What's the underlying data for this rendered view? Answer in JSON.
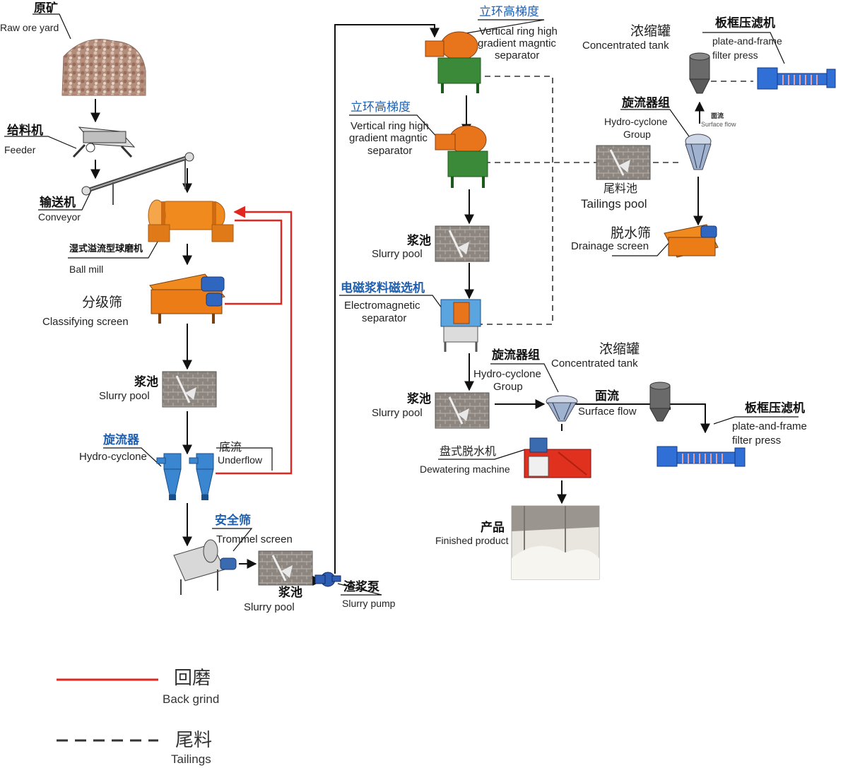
{
  "labels": {
    "raw_ore_cn": "原矿",
    "raw_ore_en": "Raw ore yard",
    "feeder_cn": "给料机",
    "feeder_en": "Feeder",
    "conveyor_cn": "输送机",
    "conveyor_en": "Conveyor",
    "ball_mill_cn": "湿式溢流型球磨机",
    "ball_mill_en": "Ball mill",
    "classifying_cn": "分级筛",
    "classifying_en": "Classifying screen",
    "slurry1_cn": "浆池",
    "slurry1_en": "Slurry pool",
    "hydro_cn": "旋流器",
    "hydro_en": "Hydro-cyclone",
    "underflow_cn": "底流",
    "underflow_en": "Underflow",
    "trommel_cn": "安全筛",
    "trommel_en": "Trommel screen",
    "slurry2_cn": "浆池",
    "slurry2_en": "Slurry pool",
    "pump_cn": "渣浆泵",
    "pump_en": "Slurry pump",
    "vrhg1_cn": "立环高梯度",
    "vrhg1_en1": "Vertical ring high",
    "vrhg1_en2": "gradient magntic",
    "vrhg1_en3": "separator",
    "vrhg2_cn": "立环高梯度",
    "vrhg2_en1": "Vertical ring high",
    "vrhg2_en2": "gradient magntic",
    "vrhg2_en3": "separator",
    "slurry3_cn": "浆池",
    "slurry3_en": "Slurry pool",
    "em_cn": "电磁浆料磁选机",
    "em_en1": "Electromagnetic",
    "em_en2": "separator",
    "slurry4_cn": "浆池",
    "slurry4_en": "Slurry pool",
    "hcg_low_cn": "旋流器组",
    "hcg_low_en1": "Hydro-cyclone",
    "hcg_low_en2": "Group",
    "surface_cn": "面流",
    "surface_en": "Surface flow",
    "ct_low_cn": "浓缩罐",
    "ct_low_en": "Concentrated tank",
    "fp_low_cn": "板框压滤机",
    "fp_low_en1": "plate-and-frame",
    "fp_low_en2": "filter press",
    "dewater_cn": "盘式脱水机",
    "dewater_en": "Dewatering machine",
    "product_cn": "产品",
    "product_en": "Finished product",
    "ct_top_cn": "浓缩罐",
    "ct_top_en": "Concentrated tank",
    "fp_top_cn": "板框压滤机",
    "fp_top_en1": "plate-and-frame",
    "fp_top_en2": "filter press",
    "hcg_top_cn": "旋流器组",
    "hcg_top_en1": "Hydro-cyclone",
    "hcg_top_en2": "Group",
    "surface_small_cn": "面流",
    "surface_small_en": "Surface flow",
    "tailings_cn": "尾料池",
    "tailings_en": "Tailings pool",
    "drain_cn": "脱水筛",
    "drain_en": "Drainage screen"
  },
  "legend": {
    "back_grind_cn": "回磨",
    "back_grind_en": "Back grind",
    "tailings_cn": "尾料",
    "tailings_en": "Tailings"
  },
  "colors": {
    "back_grind": "#e0261e",
    "tailings": "#333333",
    "flow": "#111111",
    "machine_orange": "#e8741c",
    "machine_green": "#3b8a3a",
    "cyclone_blue": "#3a86d0",
    "press_blue": "#2f6fd6"
  }
}
